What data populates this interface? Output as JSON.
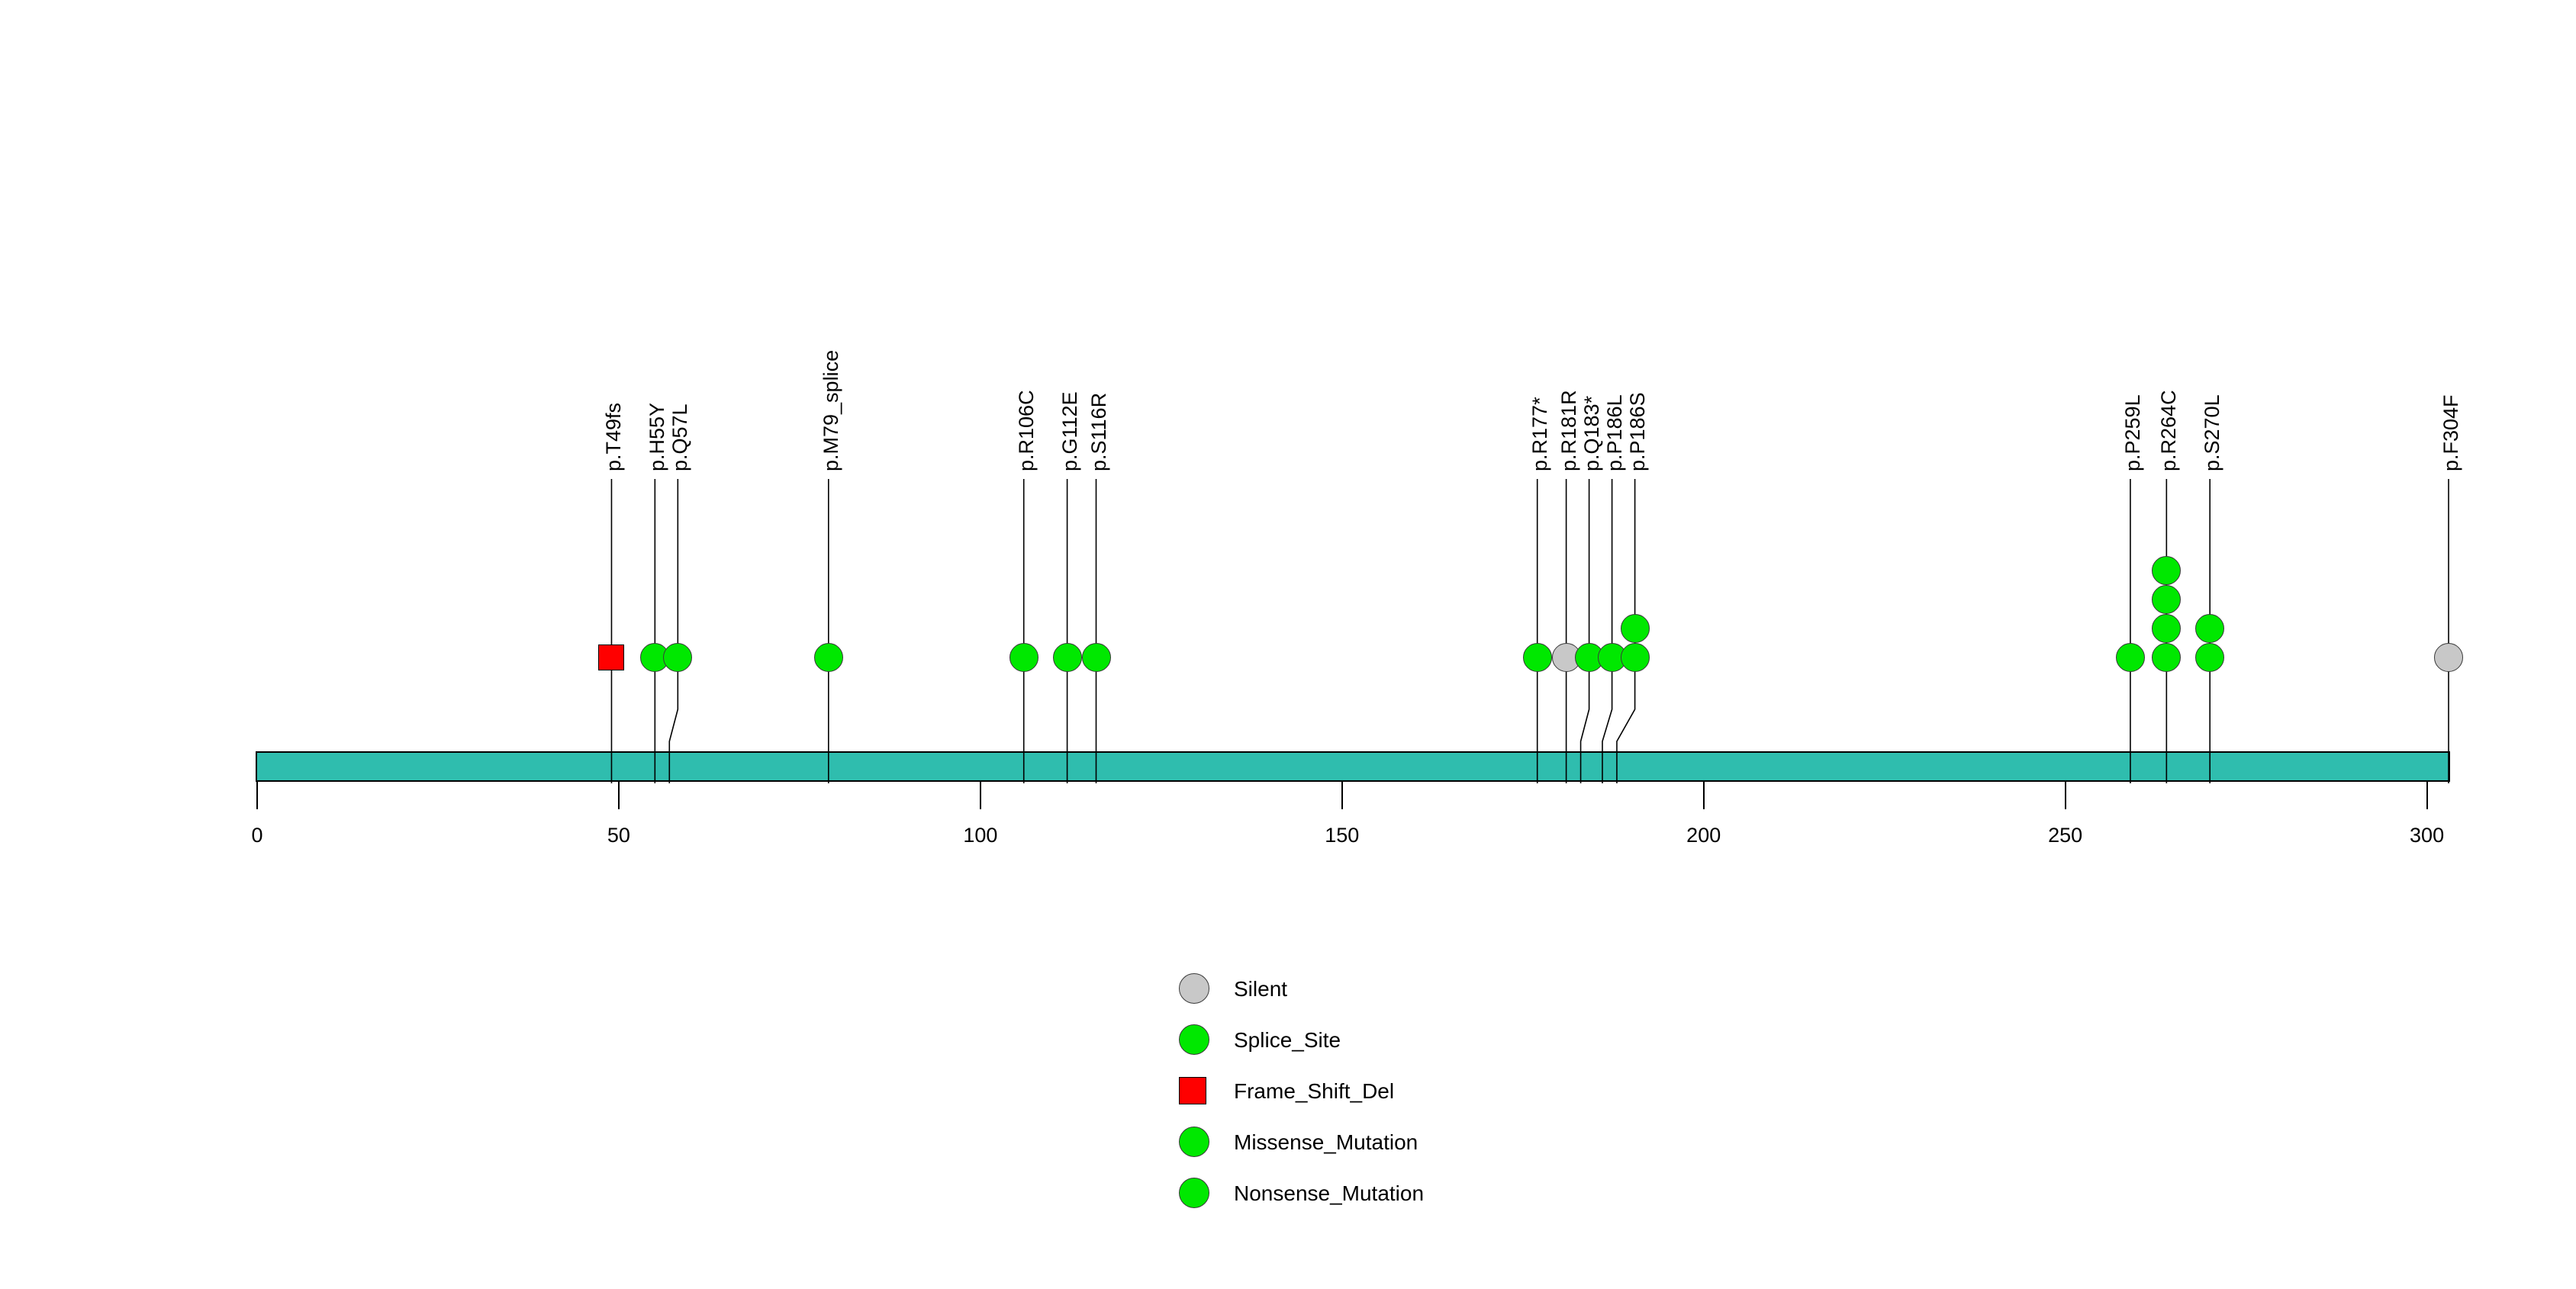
{
  "chart_data": {
    "type": "lollipop",
    "title": "",
    "xlabel": "",
    "ylabel": "",
    "xlim": [
      0,
      303
    ],
    "protein_length": 303,
    "axis_ticks": [
      0,
      50,
      100,
      150,
      200,
      250,
      300
    ],
    "axis_tick_labels": [
      "0",
      "50",
      "100",
      "150",
      "200",
      "250",
      "300"
    ],
    "domain_bar": {
      "start": 0,
      "end": 303,
      "color": "#2FBDAE",
      "border_color": "#000000"
    },
    "mutations": [
      {
        "label": "p.T49fs",
        "position": 49,
        "count": 1,
        "shape": "square",
        "color": "#FF0000",
        "type": "Frame_Shift_Del"
      },
      {
        "label": "p.H55Y",
        "position": 55,
        "count": 1,
        "shape": "circle",
        "color": "#00E800",
        "type": "Missense_Mutation"
      },
      {
        "label": "p.Q57L",
        "position": 57,
        "count": 1,
        "shape": "circle",
        "color": "#00E800",
        "type": "Missense_Mutation"
      },
      {
        "label": "p.M79_splice",
        "position": 79,
        "count": 1,
        "shape": "circle",
        "color": "#00E800",
        "type": "Splice_Site"
      },
      {
        "label": "p.R106C",
        "position": 106,
        "count": 1,
        "shape": "circle",
        "color": "#00E800",
        "type": "Missense_Mutation"
      },
      {
        "label": "p.G112E",
        "position": 112,
        "count": 1,
        "shape": "circle",
        "color": "#00E800",
        "type": "Missense_Mutation"
      },
      {
        "label": "p.S116R",
        "position": 116,
        "count": 1,
        "shape": "circle",
        "color": "#00E800",
        "type": "Missense_Mutation"
      },
      {
        "label": "p.R177*",
        "position": 177,
        "count": 1,
        "shape": "circle",
        "color": "#00E800",
        "type": "Nonsense_Mutation"
      },
      {
        "label": "p.R181R",
        "position": 181,
        "count": 1,
        "shape": "circle",
        "color": "#C8C8C8",
        "type": "Silent"
      },
      {
        "label": "p.Q183*",
        "position": 183,
        "count": 1,
        "shape": "circle",
        "color": "#00E800",
        "type": "Nonsense_Mutation"
      },
      {
        "label": "p.P186L",
        "position": 186,
        "count": 1,
        "shape": "circle",
        "color": "#00E800",
        "type": "Missense_Mutation"
      },
      {
        "label": "p.P186S",
        "position": 188,
        "count": 2,
        "shape": "circle",
        "color": "#00E800",
        "type": "Missense_Mutation"
      },
      {
        "label": "p.P259L",
        "position": 259,
        "count": 1,
        "shape": "circle",
        "color": "#00E800",
        "type": "Missense_Mutation"
      },
      {
        "label": "p.R264C",
        "position": 264,
        "count": 4,
        "shape": "circle",
        "color": "#00E800",
        "type": "Missense_Mutation"
      },
      {
        "label": "p.S270L",
        "position": 270,
        "count": 2,
        "shape": "circle",
        "color": "#00E800",
        "type": "Missense_Mutation"
      },
      {
        "label": "p.F304F",
        "position": 303,
        "count": 1,
        "shape": "circle",
        "color": "#C8C8C8",
        "type": "Silent"
      }
    ],
    "legend": {
      "position": "bottom-center",
      "entries": [
        {
          "label": "Silent",
          "shape": "circle",
          "color": "#C8C8C8"
        },
        {
          "label": "Splice_Site",
          "shape": "circle",
          "color": "#00E800"
        },
        {
          "label": "Frame_Shift_Del",
          "shape": "square",
          "color": "#FF0000"
        },
        {
          "label": "Missense_Mutation",
          "shape": "circle",
          "color": "#00E800"
        },
        {
          "label": "Nonsense_Mutation",
          "shape": "circle",
          "color": "#00E800"
        }
      ]
    }
  }
}
